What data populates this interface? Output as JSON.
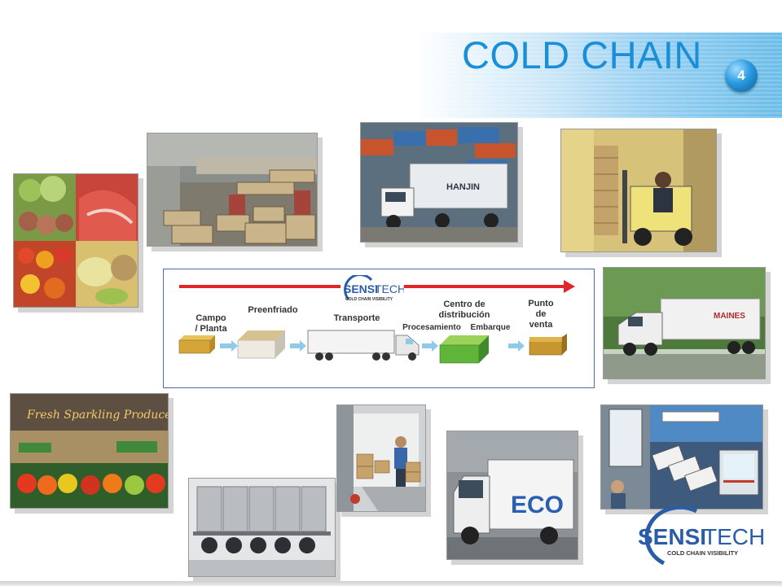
{
  "slide": {
    "title": "COLD CHAIN",
    "number": "4"
  },
  "diagram": {
    "stages": {
      "campo": "Campo\n/ Planta",
      "preenfriado": "Preenfriado",
      "transporte": "Transporte",
      "centro": "Centro de\ndistribución",
      "procesamiento": "Procesamiento",
      "embarque": "Embarque",
      "punto": "Punto\nde\nventa"
    },
    "logo_word_a": "SENSI",
    "logo_word_b": "TECH",
    "logo_tagline": "COLD CHAIN VISIBILITY"
  },
  "logo": {
    "word_a": "SENSI",
    "word_b": "TECH",
    "tagline": "COLD CHAIN VISIBILITY"
  },
  "photos": {
    "truck_brand": "HANJIN",
    "trailer_brand": "MAINES",
    "van_brand": "ECO",
    "market_sign": "Fresh Sparkling Produce"
  },
  "colors": {
    "title": "#1a8fd8",
    "arrow": "#e0262b",
    "logo_blue": "#2a5da8",
    "diagram_border": "#4c6ab0"
  }
}
